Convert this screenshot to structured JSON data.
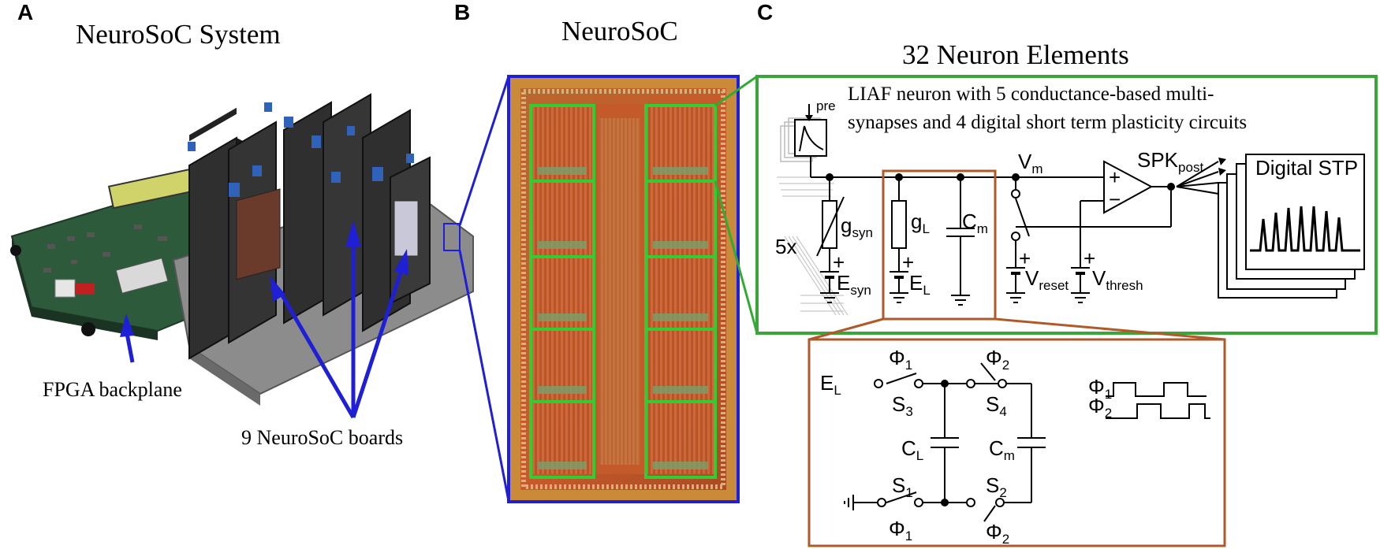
{
  "panels": {
    "a": {
      "letter": "A",
      "title": "NeuroSoC System",
      "label_backplane": "FPGA backplane",
      "label_boards": "9 NeuroSoC boards"
    },
    "b": {
      "letter": "B",
      "title": "NeuroSoC"
    },
    "c": {
      "letter": "C",
      "title": "32 Neuron Elements",
      "desc_line1": "LIAF neuron with 5 conductance-based multi-",
      "desc_line2": "synapses and 4 digital short term plasticity circuits",
      "pre": "pre",
      "five_x": "5x",
      "g": "g",
      "g_syn_sub": "syn",
      "g_L_sub": "L",
      "c_letter": "C",
      "c_m_sub": "m",
      "e_letter": "E",
      "e_syn_sub": "syn",
      "e_L_sub": "L",
      "v_letter": "V",
      "v_m_sub": "m",
      "v_reset_sub": "reset",
      "v_thresh_sub": "thresh",
      "spk": "SPK",
      "spk_sub": "post",
      "plus": "+",
      "minus": "−",
      "digital_stp": "Digital STP"
    },
    "switch_circuit": {
      "phi": "Φ",
      "phi_1_sub": "1",
      "phi_2_sub": "2",
      "s": "S",
      "s1_sub": "1",
      "s2_sub": "2",
      "s3_sub": "3",
      "s4_sub": "4",
      "e": "E",
      "e_sub": "L",
      "c": "C",
      "c_L_sub": "L",
      "c_m_sub": "m"
    }
  },
  "colors": {
    "blue": "#1f1fd6",
    "green": "#3aa63a",
    "brown": "#b05a2a",
    "chip": "#c0582a",
    "board": "#2f2f2f",
    "pcb_green": "#2d5a3a"
  }
}
